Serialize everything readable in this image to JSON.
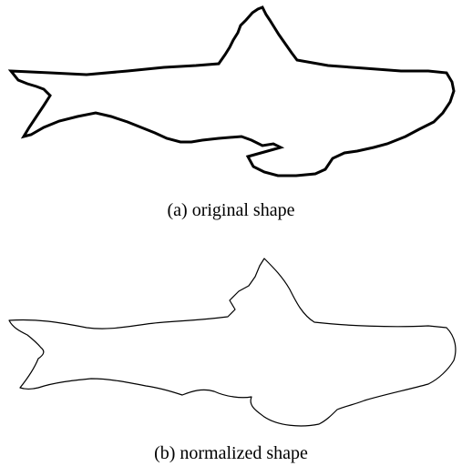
{
  "figure": {
    "panels": [
      {
        "id": "a",
        "caption": "(a) original shape"
      },
      {
        "id": "b",
        "caption": "(b) normalized shape"
      }
    ]
  },
  "colors": {
    "background": "#ffffff",
    "outline": "#000000"
  }
}
